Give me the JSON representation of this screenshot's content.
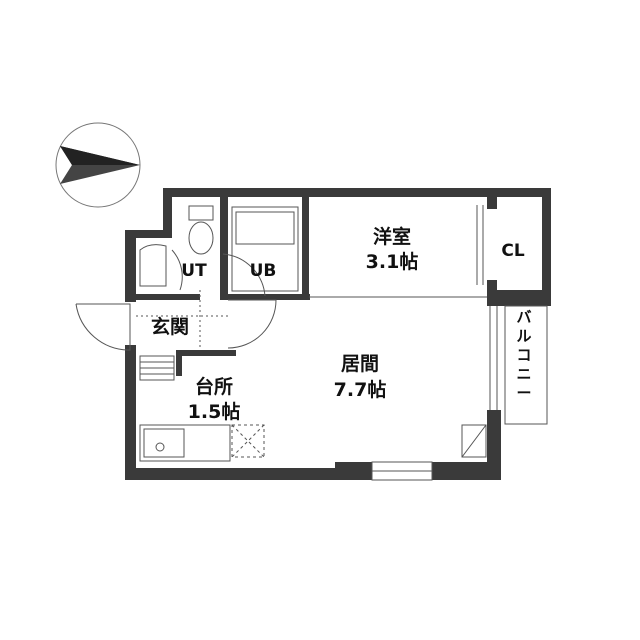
{
  "compass": {
    "icon": "north-arrow-icon"
  },
  "rooms": {
    "western_room": {
      "name": "洋室",
      "size": "3.1帖"
    },
    "closet": {
      "name": "CL"
    },
    "toilet": {
      "name": "UT"
    },
    "bath": {
      "name": "UB"
    },
    "entrance": {
      "name": "玄関"
    },
    "living": {
      "name": "居間",
      "size": "7.7帖"
    },
    "kitchen": {
      "name": "台所",
      "size": "1.5帖"
    },
    "balcony": {
      "name": "バルコニー"
    }
  },
  "colors": {
    "wall": "#3a3a3a",
    "line": "#555555",
    "background": "#ffffff"
  }
}
